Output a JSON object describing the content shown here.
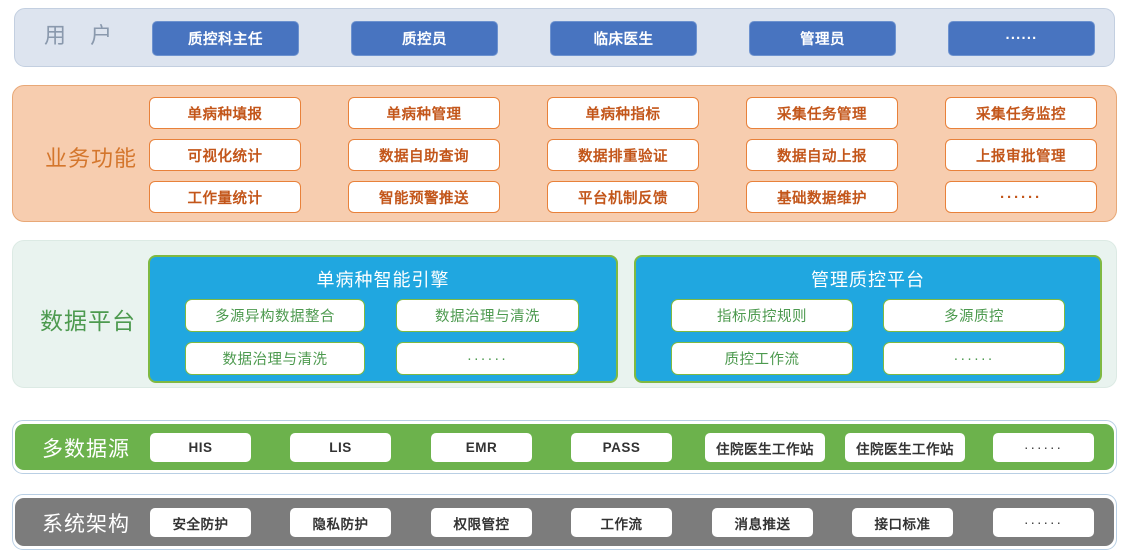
{
  "colors": {
    "user_band_bg": "#dde4ef",
    "user_chip_bg": "#4874c0",
    "business_band_bg": "#f7cdaf",
    "business_chip_border": "#e8813a",
    "business_text": "#c3561a",
    "data_platform_band_bg": "#e9f3ef",
    "data_platform_blue": "#20a7e0",
    "green_accent": "#7fb942",
    "datasource_band_bg": "#6cb24c",
    "system_band_bg": "#7c7c7c"
  },
  "user": {
    "label": "用  户",
    "chips": [
      {
        "label": "质控科主任"
      },
      {
        "label": "质控员"
      },
      {
        "label": "临床医生"
      },
      {
        "label": "管理员"
      },
      {
        "label": "······"
      }
    ]
  },
  "business": {
    "label": "业务功能",
    "columns": [
      {
        "items": [
          "单病种填报",
          "可视化统计",
          "工作量统计"
        ]
      },
      {
        "items": [
          "单病种管理",
          "数据自助查询",
          "智能预警推送"
        ]
      },
      {
        "items": [
          "单病种指标",
          "数据排重验证",
          "平台机制反馈"
        ]
      },
      {
        "items": [
          "采集任务管理",
          "数据自动上报",
          "基础数据维护"
        ]
      },
      {
        "items": [
          "采集任务监控",
          "上报审批管理",
          "······"
        ]
      }
    ]
  },
  "data_platform": {
    "label": "数据平台",
    "panels": [
      {
        "title": "单病种智能引擎",
        "items": [
          "多源异构数据整合",
          "数据治理与清洗",
          "数据治理与清洗",
          "······"
        ]
      },
      {
        "title": "管理质控平台",
        "items": [
          "指标质控规则",
          "多源质控",
          "质控工作流",
          "······"
        ]
      }
    ]
  },
  "datasource": {
    "label": "多数据源",
    "items": [
      "HIS",
      "LIS",
      "EMR",
      "PASS",
      "住院医生工作站",
      "住院医生工作站",
      "······"
    ]
  },
  "system_architecture": {
    "label": "系统架构",
    "items": [
      "安全防护",
      "隐私防护",
      "权限管控",
      "工作流",
      "消息推送",
      "接口标准",
      "······"
    ]
  }
}
